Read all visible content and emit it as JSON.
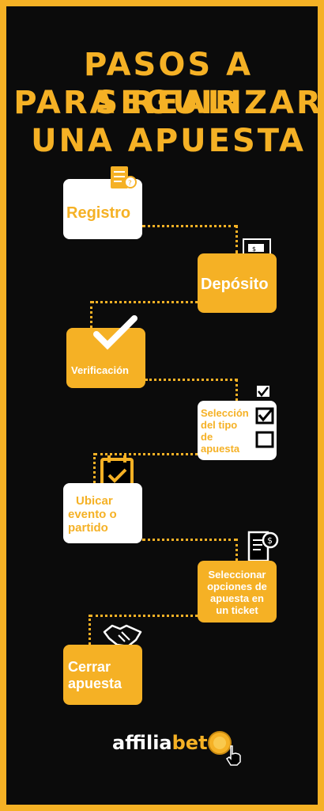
{
  "title": {
    "line1": "PASOS A SEGUIR",
    "line2": "PARA REALIZAR",
    "line3": "UNA APUESTA"
  },
  "steps": [
    {
      "label": "Registro"
    },
    {
      "label": "Depósito"
    },
    {
      "label": "Verificación"
    },
    {
      "label_lines": [
        "Selección",
        "del tipo",
        "de",
        "apuesta"
      ]
    },
    {
      "label_lines": [
        "Ubicar",
        "evento o",
        "partido"
      ]
    },
    {
      "label_lines": [
        "Seleccionar",
        "opciones de",
        "apuesta en",
        "un ticket"
      ]
    },
    {
      "label_lines": [
        "Cerrar",
        "apuesta"
      ]
    }
  ],
  "logo": {
    "part1": "affilia",
    "part2": "bet"
  },
  "icons": {
    "registro": "document-coin-icon",
    "deposito": "cash-deposit-icon",
    "verificacion": "check-mark-icon",
    "seleccion": "checkbox-list-icon",
    "evento": "calendar-check-icon",
    "ticket": "invoice-dollar-icon",
    "cerrar": "handshake-icon",
    "logo_coin": "coin-icon",
    "logo_pointer": "hand-pointer-icon"
  },
  "colors": {
    "accent": "#f5b125",
    "background": "#0b0b0b",
    "card_white": "#ffffff"
  }
}
